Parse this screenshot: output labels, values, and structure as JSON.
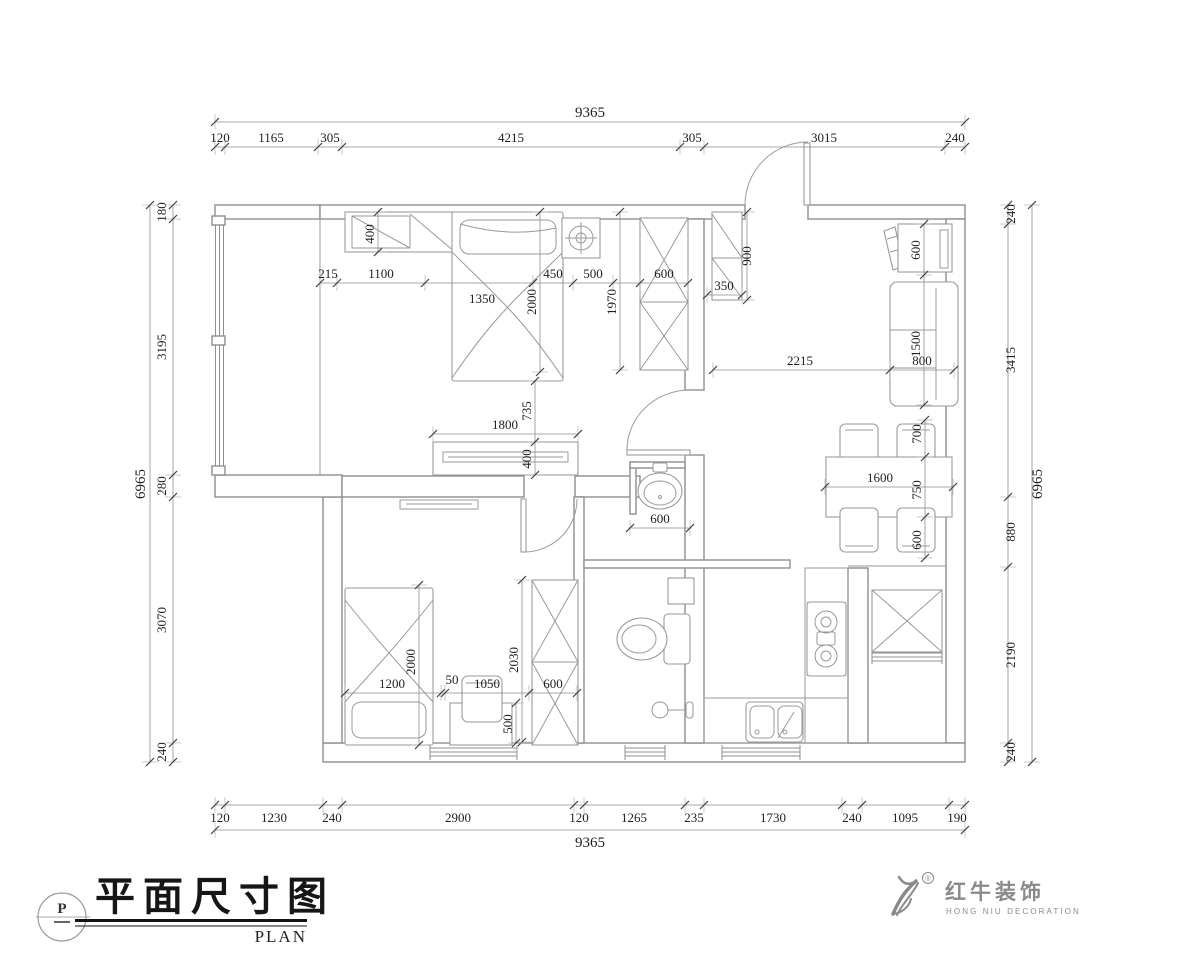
{
  "title_block": {
    "mark": "P",
    "title": "平面尺寸图",
    "title_en": "PLAN"
  },
  "logo": {
    "brand": "红牛装饰",
    "brand_en": "HONG NIU DECORATION",
    "reg": "®"
  },
  "colors": {
    "line": "#8f8f8f",
    "dim_text": "#1f1f1f",
    "logo_gray": "#8a8a8a"
  },
  "dims": {
    "top_total": "9365",
    "top": [
      "120",
      "1165",
      "305",
      "4215",
      "305",
      "3015",
      "240"
    ],
    "bottom": [
      "120",
      "1230",
      "240",
      "2900",
      "120",
      "1265",
      "235",
      "1730",
      "240",
      "1095",
      "190"
    ],
    "bottom_total": "9365",
    "left_total": "6965",
    "left": [
      "180",
      "3195",
      "280",
      "3070",
      "240"
    ],
    "right": [
      "240",
      "3415",
      "880",
      "2190",
      "240"
    ],
    "right_total": "6965",
    "room1": {
      "d215": "215",
      "d1100": "1100",
      "d400a": "400",
      "d1350": "1350",
      "d2000": "2000",
      "d450": "450",
      "d500": "500",
      "d600": "600",
      "d1970": "1970",
      "d735": "735",
      "d400b": "400",
      "d1800": "1800"
    },
    "entry": {
      "d350": "350",
      "d900": "900"
    },
    "living": {
      "d600": "600",
      "d1500": "1500",
      "d800": "800",
      "d2215": "2215"
    },
    "dining": {
      "d700": "700",
      "d1600": "1600",
      "d750": "750",
      "d600": "600"
    },
    "bath": {
      "d600": "600"
    },
    "room2": {
      "d1200": "1200",
      "d2000": "2000",
      "d50": "50",
      "d1050": "1050",
      "d2030": "2030",
      "d500": "500",
      "d600": "600"
    }
  }
}
